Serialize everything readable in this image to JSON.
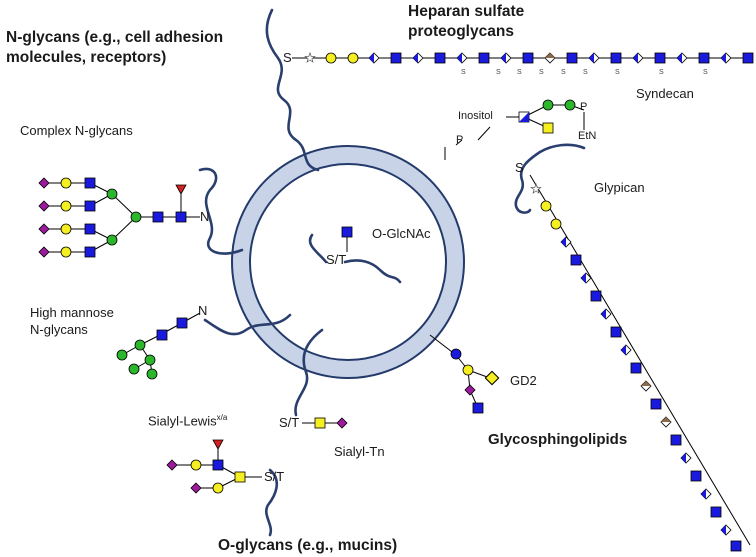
{
  "labels": {
    "n_glycans_line1": "N-glycans (e.g., cell adhesion",
    "n_glycans_line2": "molecules, receptors)",
    "heparan_line1": "Heparan sulfate",
    "heparan_line2": "proteoglycans",
    "syndecan": "Syndecan",
    "complex_n_glycans": "Complex N-glycans",
    "inositol": "Inositol",
    "p_top": "P",
    "p_right": "P",
    "etn": "EtN",
    "glypican": "Glypican",
    "o_glcnac": "O-GlcNAc",
    "st_center": "S/T",
    "high_mannose_line1": "High mannose",
    "high_mannose_line2": "N-glycans",
    "gd2": "GD2",
    "sialyl_lewis": "Sialyl-Lewis",
    "sialyl_lewis_sup": "x/a",
    "sialyl_tn": "Sialyl-Tn",
    "glycosphingolipids": "Glycosphingolipids",
    "o_glycans": "O-glycans (e.g., mucins)",
    "n_complex": "N",
    "n_highmannose": "N",
    "s_heparan": "S",
    "s_glypican": "S",
    "st_tn": "S/T",
    "st_lewis": "S/T",
    "sulfate": "S"
  },
  "colors": {
    "membrane_fill": "#c8d3e8",
    "membrane_edge": "#233a6b",
    "chain": "#2a3f6e",
    "glcnac": "#1a1adc",
    "galactose": "#f5ee20",
    "mannose": "#2bb62b",
    "sialic_acid": "#9c1b9c",
    "fucose": "#d42020",
    "glcnac_sulfated": "#1a1adc",
    "iduronic": "#8b6a4a",
    "glucuronic": "#1a1adc"
  }
}
